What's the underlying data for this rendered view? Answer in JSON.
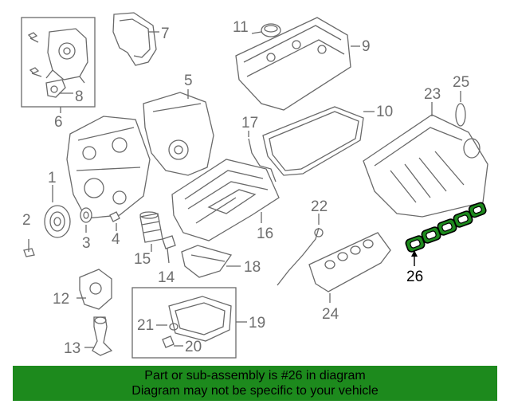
{
  "callouts": {
    "c1": "1",
    "c2": "2",
    "c3": "3",
    "c4": "4",
    "c5": "5",
    "c6": "6",
    "c7": "7",
    "c8": "8",
    "c9": "9",
    "c10": "10",
    "c11": "11",
    "c12": "12",
    "c13": "13",
    "c14": "14",
    "c15": "15",
    "c16": "16",
    "c17": "17",
    "c18": "18",
    "c19": "19",
    "c20": "20",
    "c21": "21",
    "c22": "22",
    "c23": "23",
    "c24": "24",
    "c25": "25",
    "c26": "26"
  },
  "highlight": {
    "part": "26",
    "color": "#1d8a1d"
  },
  "banner": {
    "line1": "Part or sub-assembly is #26 in diagram",
    "line2": "Diagram may not be specific to your vehicle",
    "background": "#1d8a1d"
  }
}
